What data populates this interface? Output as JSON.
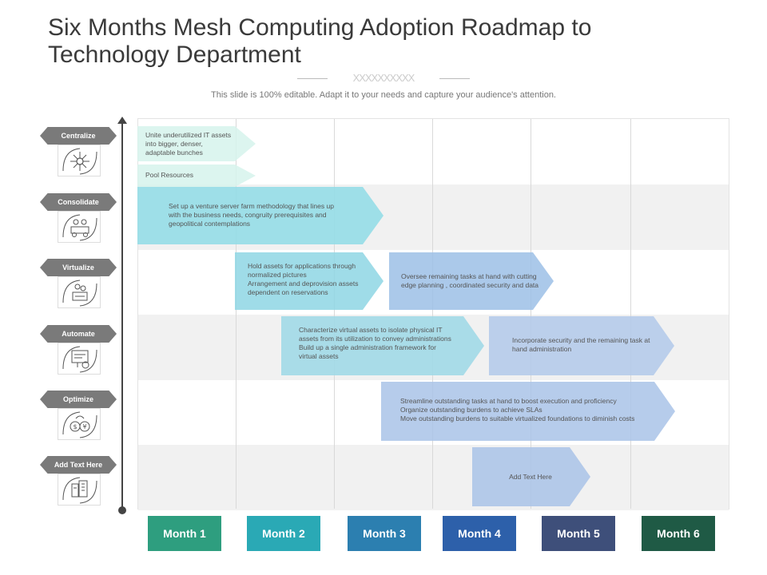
{
  "title_line1": "Six Months Mesh Computing Adoption Roadmap to",
  "title_line2": "Technology  Department",
  "deco_text": "XXXXXXXXXX",
  "subtitle": "This slide is 100% editable. Adapt it to your needs and capture your audience's attention.",
  "stages": [
    {
      "label": "Centralize",
      "icon": "network-hub-icon"
    },
    {
      "label": "Consolidate",
      "icon": "team-meeting-icon"
    },
    {
      "label": "Virtualize",
      "icon": "virtual-people-icon"
    },
    {
      "label": "Automate",
      "icon": "automation-screen-icon"
    },
    {
      "label": "Optimize",
      "icon": "money-optimize-icon"
    },
    {
      "label": "Add Text Here",
      "icon": "city-buildings-icon"
    }
  ],
  "tasks": [
    {
      "lines": [
        "Unite underutilized IT assets",
        "into bigger, denser,",
        "adaptable bunches"
      ],
      "color": "#d6f3ec"
    },
    {
      "lines": [
        "Pool Resources"
      ],
      "color": "#d6f3ec"
    },
    {
      "lines": [
        "Set up a venture server farm methodology that lines up",
        "with the business needs, congruity prerequisites and",
        "geopolitical contemplations"
      ],
      "color": "#8fdce6"
    },
    {
      "lines": [
        "Hold assets for applications through",
        "normalized pictures",
        "Arrangement and deprovision assets",
        "dependent on reservations"
      ],
      "color": "#8ed6e4"
    },
    {
      "lines": [
        "Oversee remaining tasks at hand with cutting",
        "edge planning , coordinated security and data"
      ],
      "color": "#9cbfe6"
    },
    {
      "lines": [
        "Characterize virtual assets to isolate physical IT",
        "assets from its utilization to convey administrations",
        "Build up a single administration framework for",
        "virtual assets"
      ],
      "color": "#9cd8e6"
    },
    {
      "lines": [
        "Incorporate security and the remaining task at",
        "hand administration"
      ],
      "color": "#b2c9ea"
    },
    {
      "lines": [
        "Streamline outstanding tasks at hand to boost execution and proficiency",
        "Organize outstanding burdens to achieve SLAs",
        "Move outstanding burdens to suitable virtualized foundations to diminish costs"
      ],
      "color": "#a9c3e8"
    },
    {
      "lines": [
        "Add Text Here"
      ],
      "color": "#a9c3e8"
    }
  ],
  "months": [
    {
      "label": "Month 1",
      "color": "#2e9e7f"
    },
    {
      "label": "Month 2",
      "color": "#2aa9b5"
    },
    {
      "label": "Month 3",
      "color": "#2c7fb0"
    },
    {
      "label": "Month 4",
      "color": "#2d60aa"
    },
    {
      "label": "Month 5",
      "color": "#3e4f7a"
    },
    {
      "label": "Month 6",
      "color": "#1f5a45"
    }
  ]
}
